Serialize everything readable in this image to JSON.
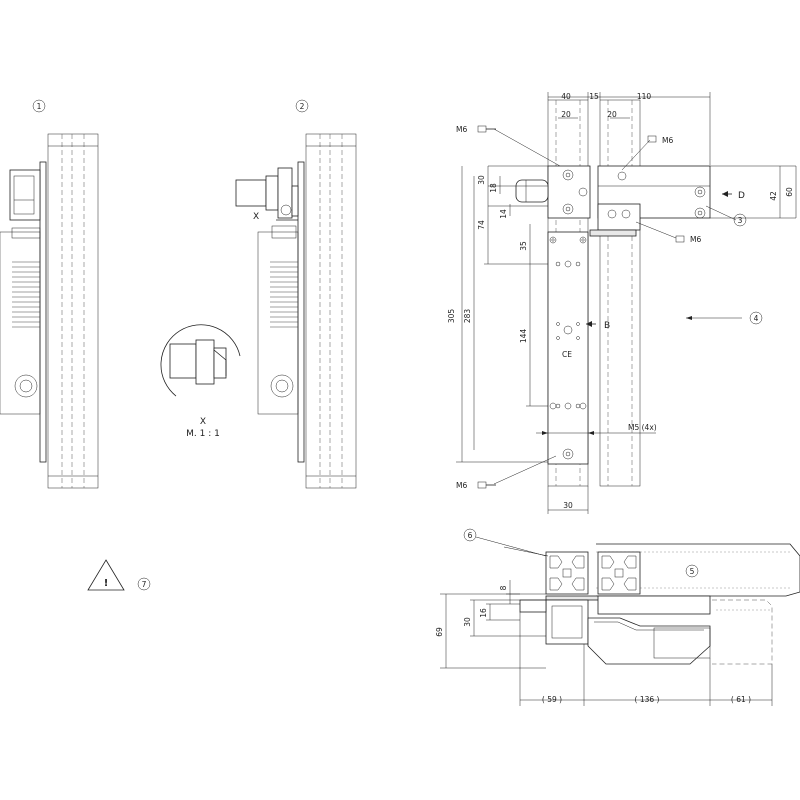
{
  "views": {
    "view1_label": "1",
    "view2_label": "2",
    "detail_marker": "X",
    "detail_title": "X",
    "detail_scale": "M. 1 : 1",
    "warning_label": "7"
  },
  "front_view": {
    "callout_3": "3",
    "callout_4": "4",
    "screw_m6_top_left": "M6",
    "screw_m6_top_right": "M6",
    "screw_m6_mid": "M6",
    "screw_m6_bottom": "M6",
    "label_d": "D",
    "label_b": "B",
    "label_m5": "M5 (4x)",
    "ce_mark": "CE",
    "dims": {
      "d40": "40",
      "d15": "15",
      "d110": "110",
      "d20a": "20",
      "d20b": "20",
      "d30": "30",
      "d18": "18",
      "d14": "14",
      "d74": "74",
      "d35": "35",
      "d305": "305",
      "d283": "283",
      "d144": "144",
      "d42": "42",
      "d60": "60",
      "d30_bottom": "30"
    }
  },
  "top_view": {
    "callout_6": "6",
    "callout_5": "5",
    "dims": {
      "d69": "69",
      "d30": "30",
      "d16": "16",
      "d8": "8",
      "d59": "( 59 )",
      "d136": "( 136 )",
      "d61": "( 61 )"
    }
  }
}
